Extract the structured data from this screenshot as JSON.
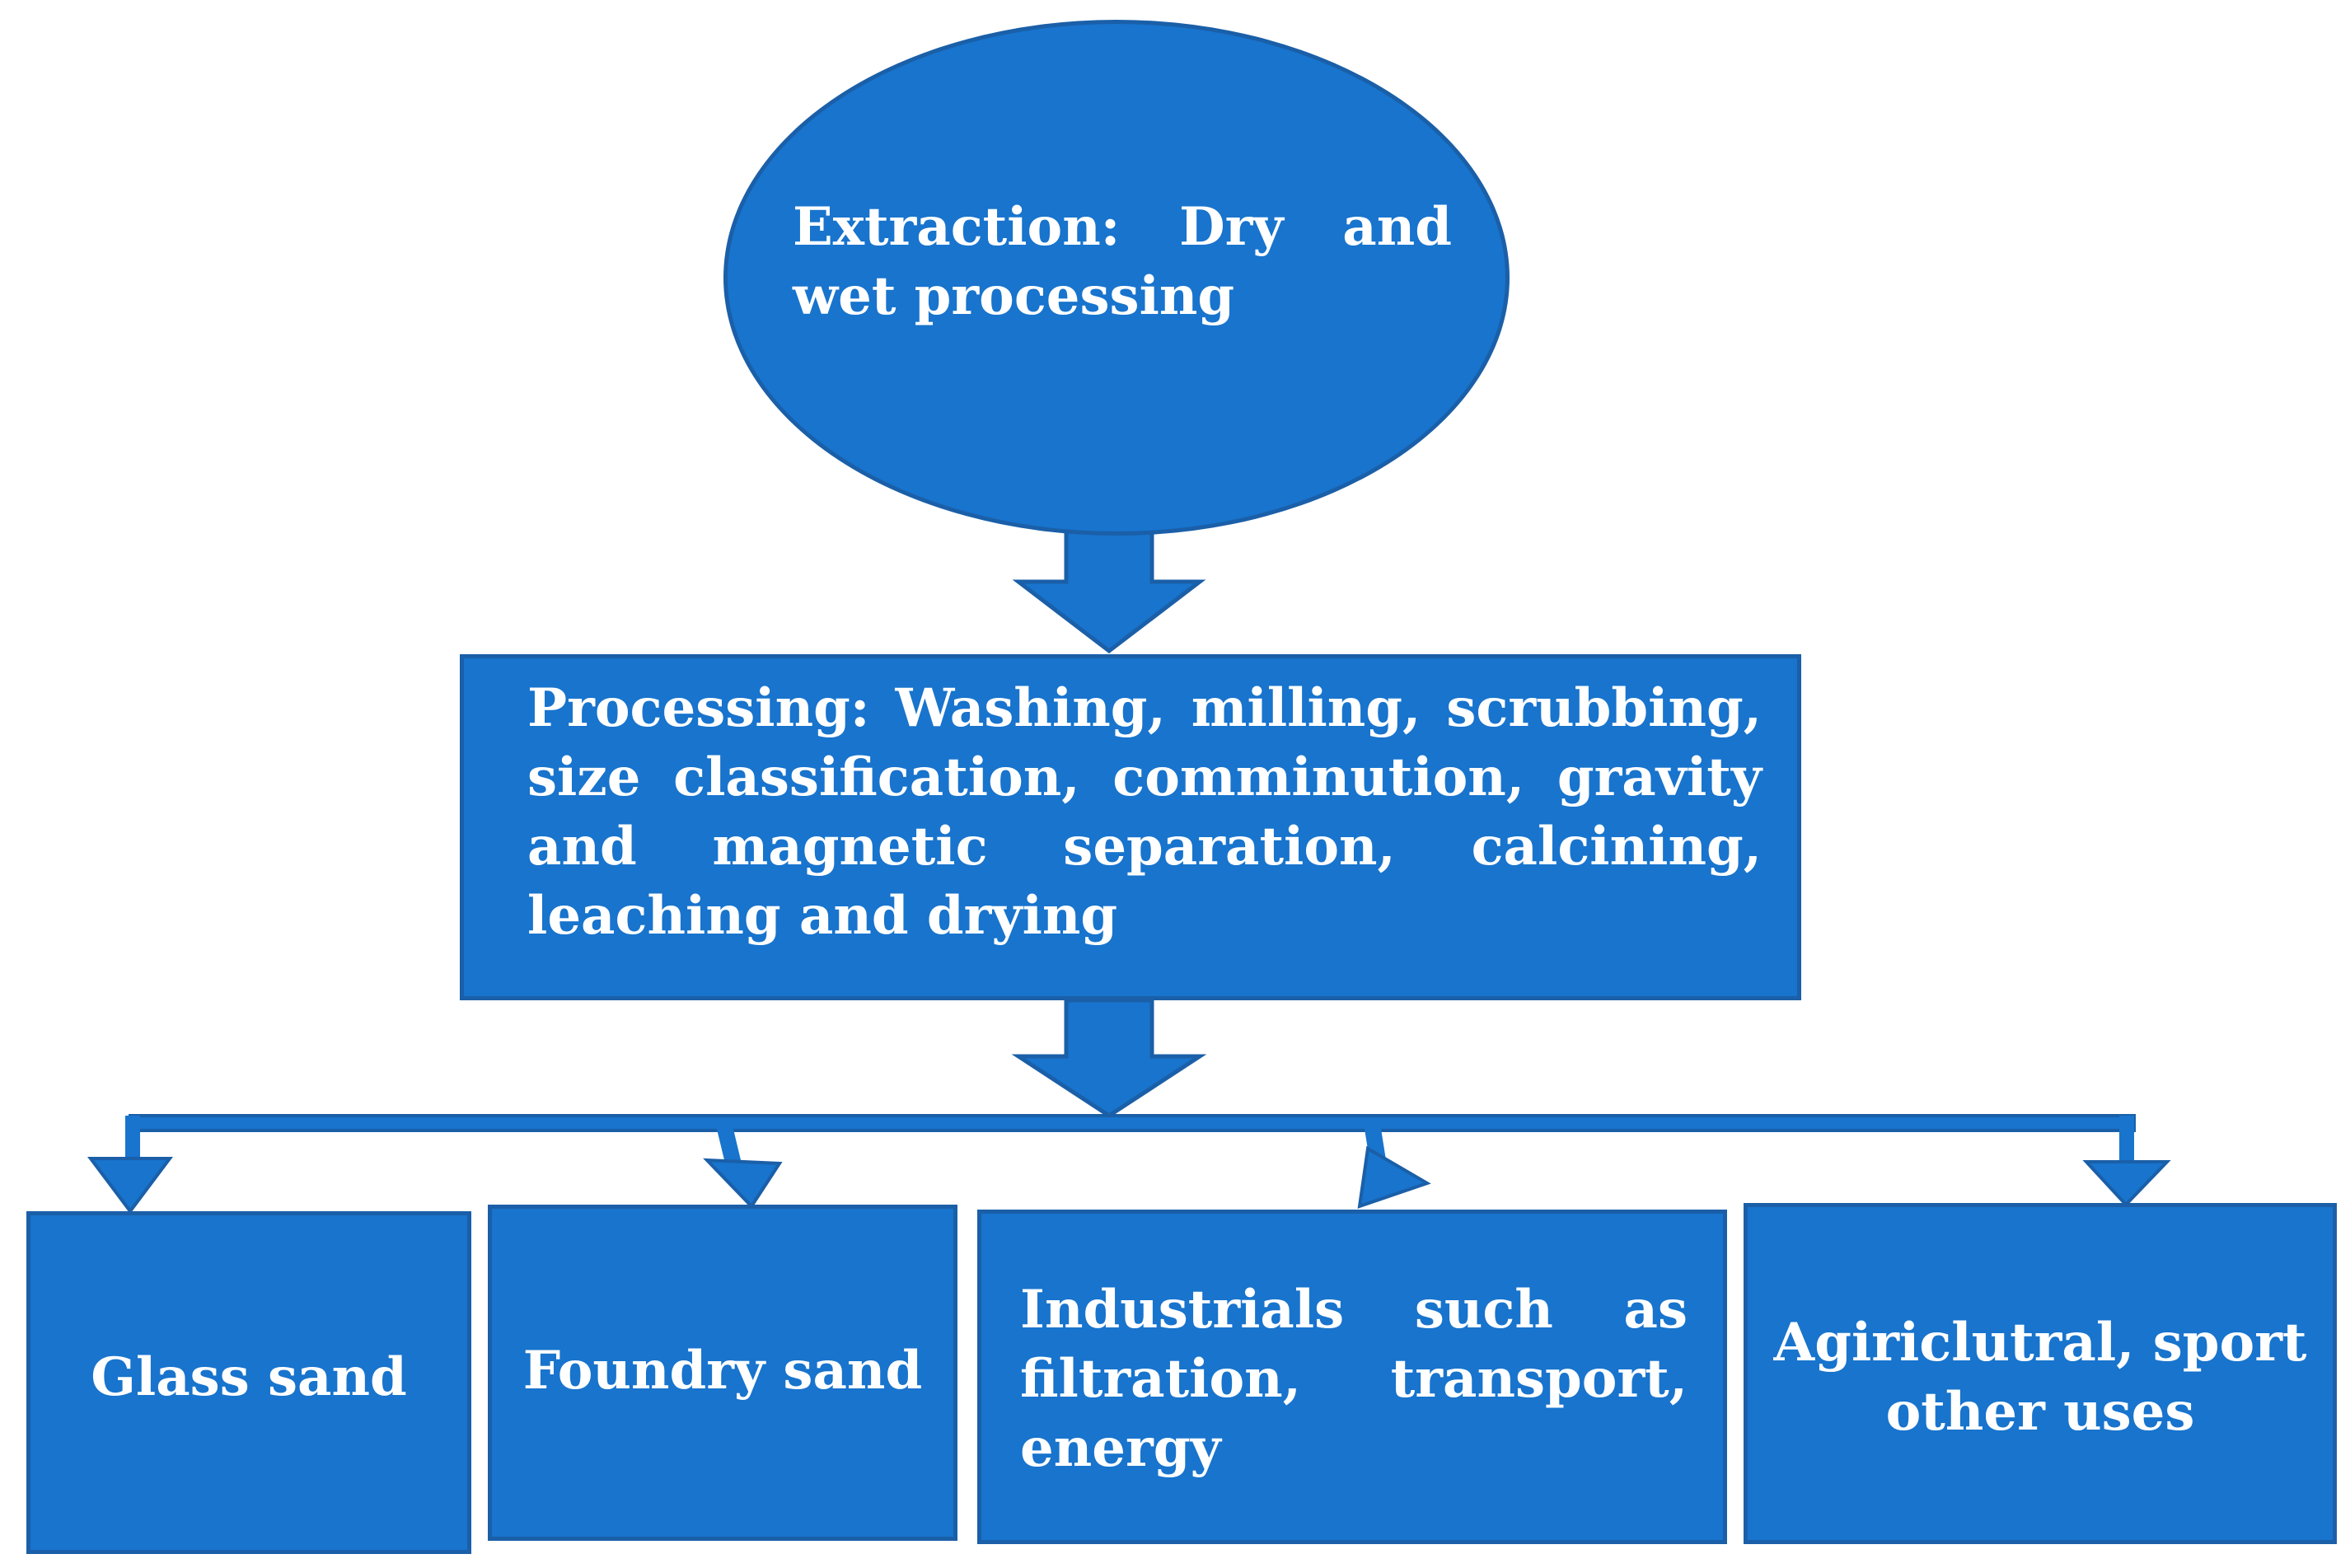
{
  "colors": {
    "node_fill": "#1874cd",
    "node_border": "#1a5fa8",
    "text": "#ffffff",
    "background": "#ffffff"
  },
  "nodes": {
    "extraction": "Extraction: Dry and wet processing",
    "processing": "Processing: Washing, milling, scrubbing, size classification, comminution, gravity and magnetic separation, calcining, leaching and drying",
    "glass_sand": "Glass sand",
    "foundry_sand": "Foundry sand",
    "industrials": "Industrials such as filtration, transport, energy",
    "agricultural": "Agiriclutral, sport other uses"
  }
}
